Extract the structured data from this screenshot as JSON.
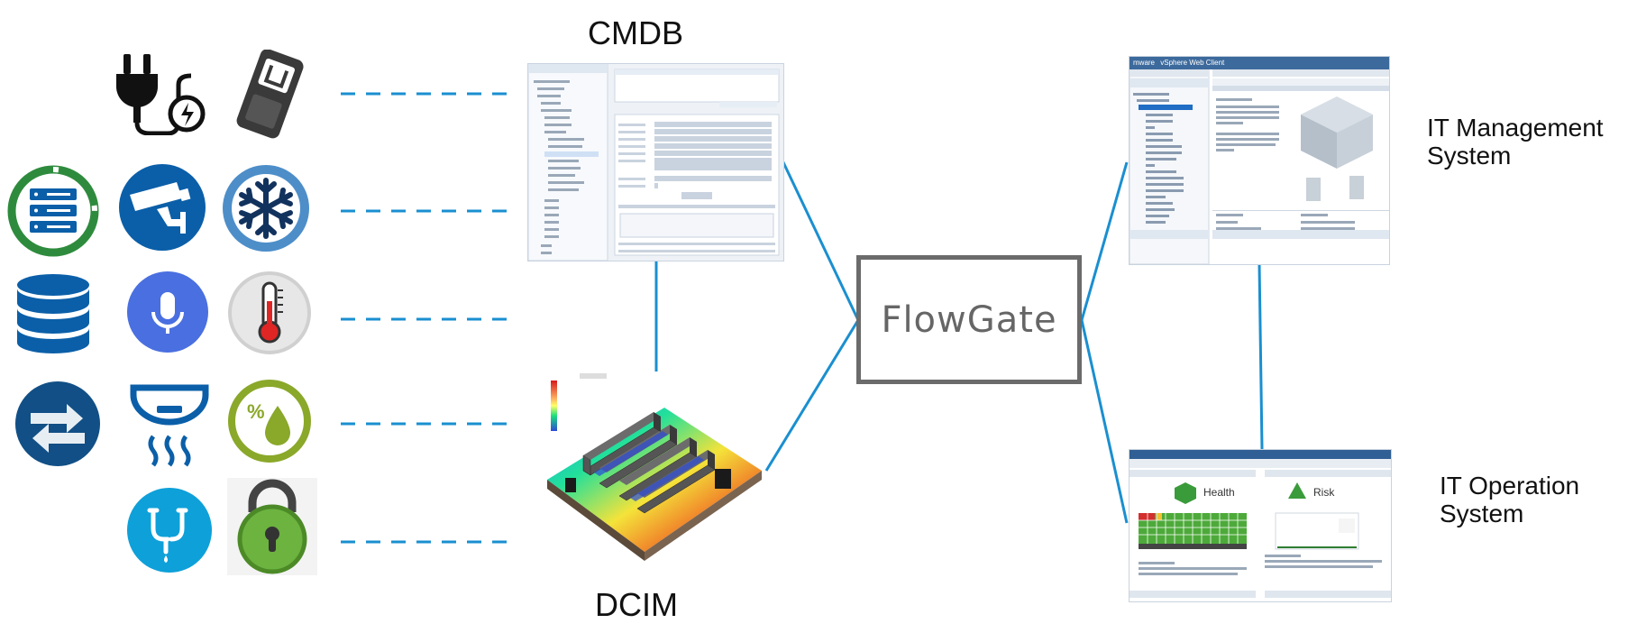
{
  "diagram": {
    "center_label": "FlowGate",
    "sources": {
      "cmdb_label": "CMDB",
      "dcim_label": "DCIM"
    },
    "targets": {
      "it_management_label_line1": "IT Management",
      "it_management_label_line2": "System",
      "it_operation_label_line1": "IT Operation",
      "it_operation_label_line2": "System"
    },
    "device_icons": [
      "power-plug-icon",
      "pdu-meter-icon",
      "server-rack-icon",
      "security-camera-icon",
      "cooling-snowflake-icon",
      "database-icon",
      "microphone-icon",
      "thermometer-icon",
      "network-switch-icon",
      "smoke-detector-icon",
      "humidity-icon",
      "water-leak-pipe-icon",
      "security-lock-icon"
    ],
    "vsphere_title": "vSphere Web Client",
    "vsphere_brand": "mware",
    "ops_health": "Health",
    "ops_risk": "Risk",
    "colors": {
      "connector_blue": "#1a8fd0",
      "dash_blue": "#1a8fd0",
      "box_border": "#6b6b6b",
      "icon_blue": "#0b5fa8",
      "icon_green": "#2e8b3d"
    }
  }
}
